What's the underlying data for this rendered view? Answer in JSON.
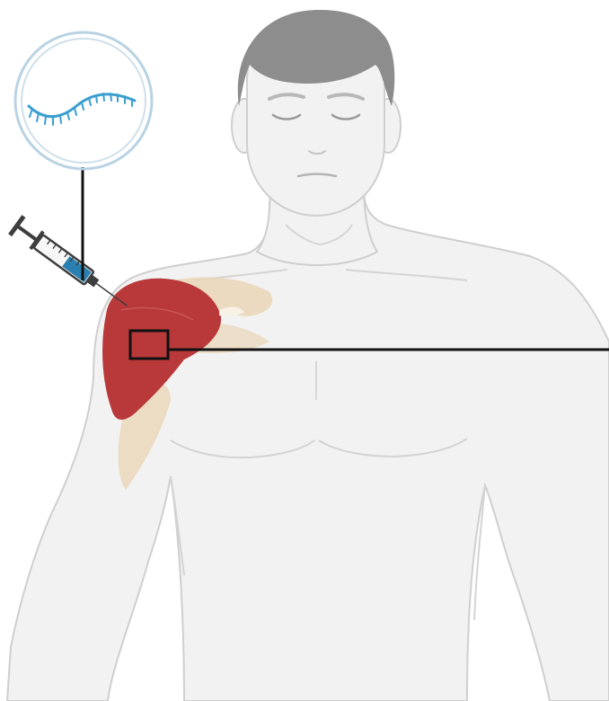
{
  "illustration": {
    "subject": "human-torso-front",
    "eyes": "closed",
    "highlighted_muscle": "deltoid",
    "callout_contents": "mrna-strand",
    "instrument": "syringe",
    "colors": {
      "skin": "#f2f2f2",
      "skin_outline": "#cfcfcf",
      "hair": "#8d8d8d",
      "muscle": "#b9393a",
      "tendon": "#ead6b6",
      "syringe_fluid": "#2a7fb0",
      "strand": "#3b9fd0",
      "callout_ring": "#b9d3e3",
      "pointer_line": "#111111"
    }
  }
}
